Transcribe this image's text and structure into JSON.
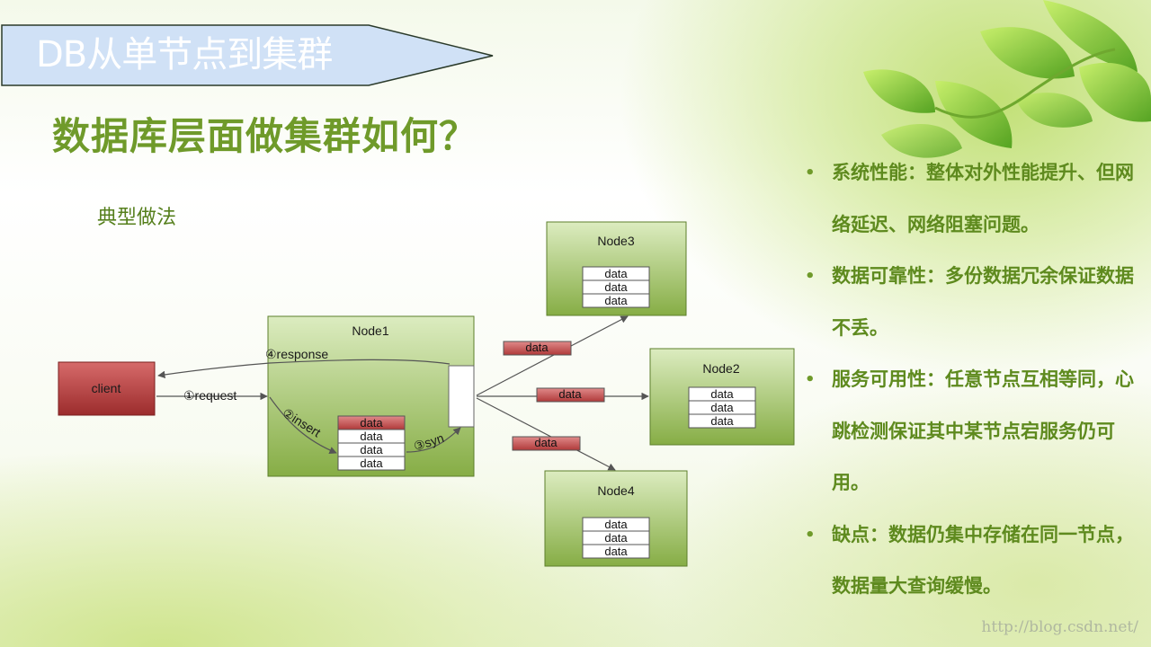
{
  "slide": {
    "title": "DB从单节点到集群",
    "heading": "数据库层面做集群如何？",
    "subheading": "典型做法",
    "watermark": "http://blog.csdn.net/"
  },
  "bullets": [
    "系统性能：整体对外性能提升、但网络延迟、网络阻塞问题。",
    "数据可靠性：多份数据冗余保证数据不丢。",
    "服务可用性：任意节点互相等同，心跳检测保证其中某节点宕服务仍可用。",
    "缺点：数据仍集中存储在同一节点，数据量大查询缓慢。"
  ],
  "diagram": {
    "client": {
      "label": "client"
    },
    "node1": {
      "label": "Node1",
      "rows": [
        "data",
        "data",
        "data",
        "data"
      ]
    },
    "node2": {
      "label": "Node2",
      "rows": [
        "data",
        "data",
        "data"
      ]
    },
    "node3": {
      "label": "Node3",
      "rows": [
        "data",
        "data",
        "data"
      ]
    },
    "node4": {
      "label": "Node4",
      "rows": [
        "data",
        "data",
        "data"
      ]
    },
    "edges": {
      "request": "①request",
      "response": "④response",
      "insert": "②insert",
      "syn": "③syn"
    },
    "packets": [
      "data",
      "data",
      "data"
    ]
  },
  "colors": {
    "node_fill_top": "#dcecc0",
    "node_fill_bottom": "#86ad45",
    "client_fill": "#b03838",
    "packet_fill": "#c04848",
    "heading": "#6f9a2a",
    "bullet_text": "#5e8a1e",
    "banner_fill": "#cfe0f5"
  }
}
